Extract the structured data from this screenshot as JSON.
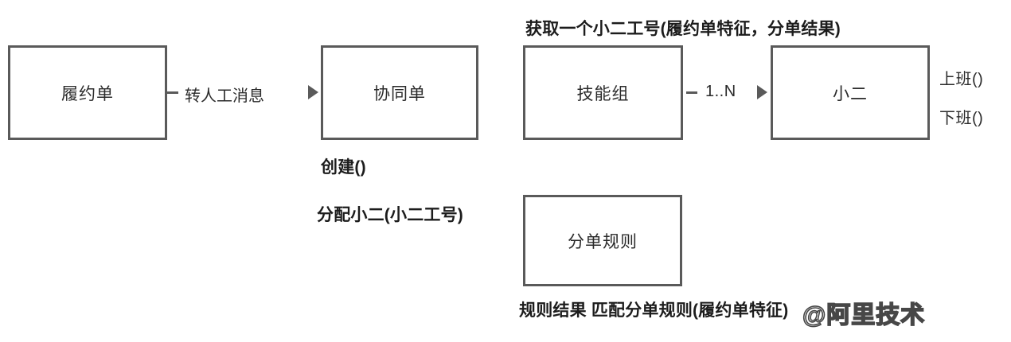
{
  "diagram": {
    "type": "uml-class-relationship-diagram",
    "background_color": "#ffffff",
    "border_color": "#5a5a5a",
    "text_color": "#1c1c1c",
    "nodes": [
      {
        "id": "fulfillment-order",
        "label": "履约单"
      },
      {
        "id": "collaboration-order",
        "label": "协同单"
      },
      {
        "id": "skill-group",
        "label": "技能组"
      },
      {
        "id": "agent",
        "label": "小二"
      },
      {
        "id": "dispatch-rule",
        "label": "分单规则"
      }
    ],
    "connectors": [
      {
        "id": "fulfillment-to-collaboration",
        "label": "转人工消息"
      },
      {
        "id": "skillgroup-to-agent",
        "label": "1..N"
      }
    ],
    "annotations": [
      {
        "id": "top-operation",
        "text": "获取一个小二工号(履约单特征，分单结果)"
      },
      {
        "id": "collaboration-create",
        "text": "创建()"
      },
      {
        "id": "collaboration-assign",
        "text": "分配小二(小二工号)"
      },
      {
        "id": "agent-clock-in",
        "text": "上班()"
      },
      {
        "id": "agent-clock-out",
        "text": "下班()"
      },
      {
        "id": "rule-result",
        "text": "规则结果 匹配分单规则(履约单特征)"
      }
    ],
    "watermark": {
      "text": "@阿里技术"
    }
  }
}
